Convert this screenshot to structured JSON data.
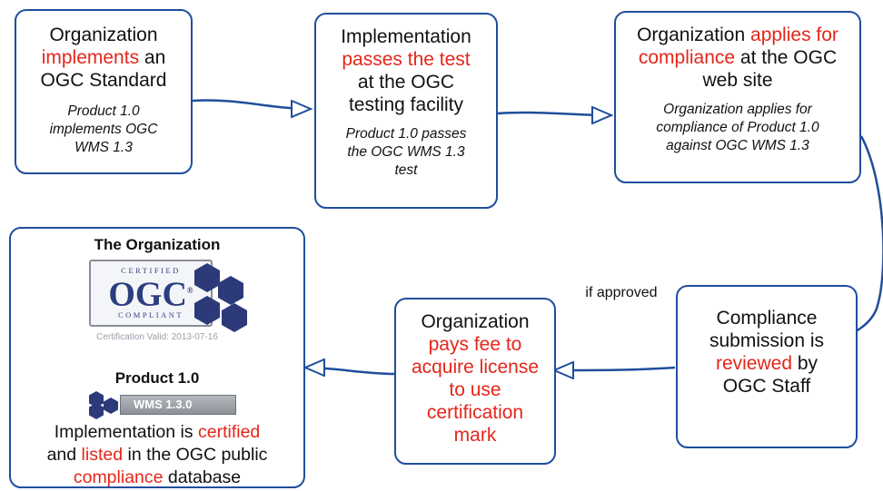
{
  "steps": {
    "step1": {
      "seg1": "Organization",
      "seg2": "implements",
      "seg3": "an",
      "seg4": "OGC Standard",
      "example": "Product 1.0 implements OGC WMS 1.3"
    },
    "step2": {
      "seg1": "Implementation",
      "seg2": "passes the test",
      "seg3": "at the OGC testing facility",
      "example": "Product 1.0 passes the OGC WMS 1.3 test"
    },
    "step3": {
      "seg1": "Organization",
      "seg2": "applies for compliance",
      "seg3": "at the OGC web site",
      "example": "Organization applies for compliance of Product 1.0 against OGC WMS 1.3"
    },
    "step4": {
      "seg1": "Compliance submission is",
      "seg2": "reviewed",
      "seg3": "by OGC Staff"
    },
    "step5": {
      "seg1": "Organization",
      "seg2": "pays fee to acquire license to use certification mark"
    },
    "step6": {
      "org_title": "The Organization",
      "badge_top": "CERTIFIED",
      "badge_main": "OGC",
      "badge_reg": "®",
      "badge_bottom": "COMPLIANT",
      "validity": "Certification Valid: 2013-07-16",
      "product_title": "Product 1.0",
      "wms_label": "WMS 1.3.0",
      "seg1": "Implementation is",
      "seg2": "certified",
      "seg3": "and",
      "seg4": "listed",
      "seg5": "in the OGC public",
      "seg6": "compliance",
      "seg7": "database"
    }
  },
  "edge_label": "if approved",
  "colors": {
    "box_border": "#1f4e9c",
    "highlight": "#e3261b",
    "hex": "#2c3a7a"
  }
}
